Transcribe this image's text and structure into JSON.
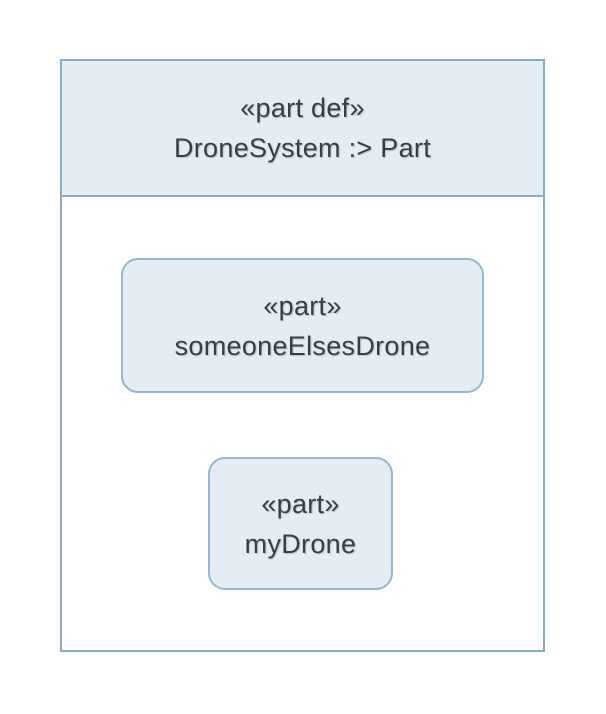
{
  "diagram": {
    "kind": "sysml-part-definition-diagram",
    "definition": {
      "stereotype": "«part def»",
      "name": "DroneSystem :> Part"
    },
    "parts": [
      {
        "stereotype": "«part»",
        "name": "someoneElsesDrone"
      },
      {
        "stereotype": "«part»",
        "name": "myDrone"
      }
    ],
    "colors": {
      "fill": "#e4ecf4",
      "border_main": "#8aadc4",
      "border_part": "#93b9cf",
      "text": "#3a3e42",
      "background": "#ffffff"
    }
  }
}
